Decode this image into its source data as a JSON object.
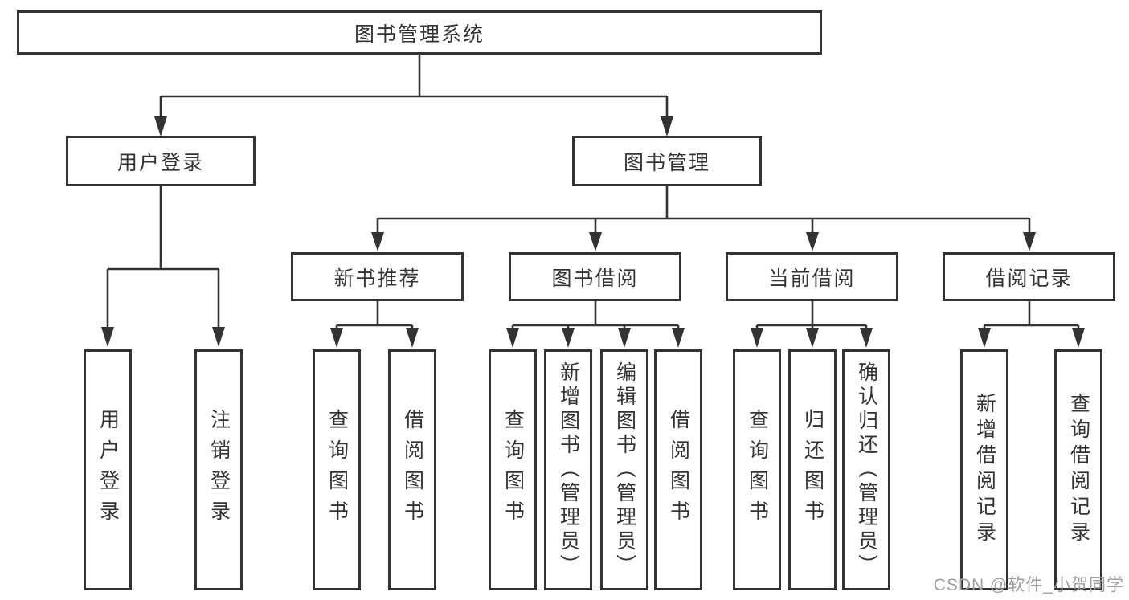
{
  "colors": {
    "line": "#333333",
    "border": "#333333",
    "text": "#333333",
    "watermark": "#9e9e9e",
    "bg": "#ffffff"
  },
  "watermark": {
    "text": "CSDN @软件_小贺同学"
  },
  "nodes": {
    "root": "图书管理系统",
    "user_login": "用户登录",
    "book_mgmt": "图书管理",
    "new_books": "新书推荐",
    "book_borrow": "图书借阅",
    "current_borrow": "当前借阅",
    "borrow_records": "借阅记录",
    "leaves": {
      "user_login_leaf": "用户登录",
      "logout": "注销登录",
      "nb_query_book": "查询图书",
      "nb_borrow_book": "借阅图书",
      "bb_query_book": "查询图书",
      "bb_add_book": "新增图书（管理员）",
      "bb_edit_book": "编辑图书（管理员）",
      "bb_borrow_book": "借阅图书",
      "cb_query_book": "查询图书",
      "cb_return_book": "归还图书",
      "cb_confirm_return": "确认归还（管理员）",
      "br_add_record": "新增借阅记录",
      "br_query_record": "查询借阅记录"
    }
  }
}
